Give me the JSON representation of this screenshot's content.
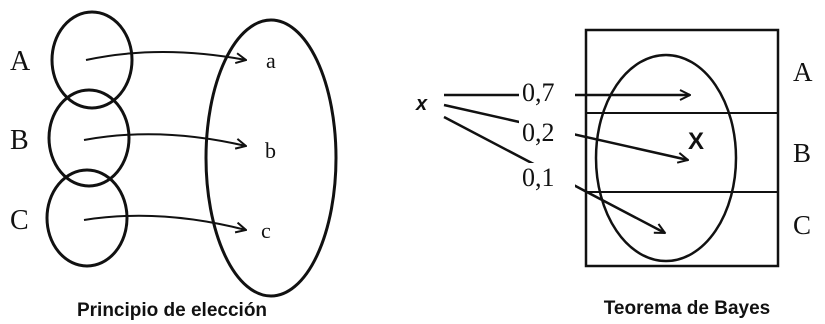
{
  "left_diagram": {
    "caption": "Principio de elección",
    "domain_labels": [
      "A",
      "B",
      "C"
    ],
    "codomain_labels": [
      "a",
      "b",
      "c"
    ]
  },
  "right_diagram": {
    "caption": "Teorema de Bayes",
    "variable": "x",
    "probabilities": [
      "0,7",
      "0,2",
      "0,1"
    ],
    "partition_labels": [
      "A",
      "B",
      "C"
    ],
    "event_label": "X"
  }
}
